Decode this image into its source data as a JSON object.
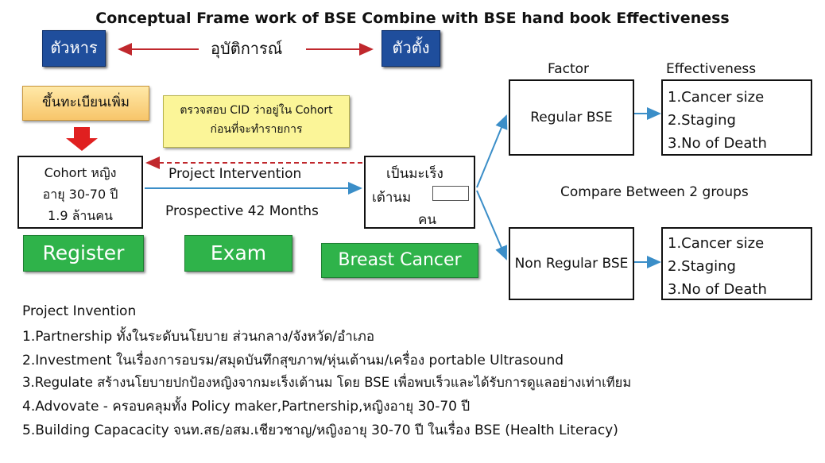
{
  "title": "Conceptual Frame work of BSE Combine with BSE hand book Effectiveness",
  "left_var": "ตัวหาร",
  "middle_label": "อุบัติการณ์",
  "right_var": "ตัวตั้ง",
  "register_more": "ขึ้นทะเบียนเพิ่ม",
  "cid_note": {
    "line1": "ตรวจสอบ CID ว่าอยู่ใน Cohort",
    "line2": "ก่อนที่จะทำรายการ"
  },
  "cohort": {
    "line1": "Cohort หญิง",
    "line2": "อายุ   30-70 ปี",
    "line3": "1.9 ล้านคน"
  },
  "project_intervention": "Project Intervention",
  "prospective": "Prospective 42 Months",
  "cancer_box": {
    "line1": "เป็นมะเร็ง",
    "line2": "เต้านม",
    "line3": "คน"
  },
  "buttons": {
    "register": "Register",
    "exam": "Exam",
    "breast_cancer": "Breast Cancer"
  },
  "factor_header": "Factor",
  "effectiveness_header": "Effectiveness",
  "regular_bse": "Regular BSE",
  "non_regular_bse": "Non Regular BSE",
  "compare": "Compare Between 2 groups",
  "effectiveness_items_top": [
    "1.Cancer size",
    "2.Staging",
    "3.No of Death"
  ],
  "effectiveness_items_bottom": [
    "1.Cancer size",
    "2.Staging",
    "3.No of Death"
  ],
  "project_invention": {
    "heading": "Project Invention",
    "items": [
      "1.Partnership ทั้งในระดับนโยบาย   ส่วนกลาง/จังหวัด/อำเภอ",
      "2.Investment ในเรื่องการอบรม/สมุดบันทึกสุขภาพ/หุ่นเต้านม/เครื่อง   portable Ultrasound",
      "3.Regulate สร้างนโยบายปกป้องหญิงจากมะเร็งเต้านม   โดย   BSE เพื่อพบเร็วและได้รับการดูแลอย่างเท่าเทียม",
      "4.Advovate - ครอบคลุมทั้ง   Policy maker,Partnership,หญิงอายุ   30-70 ปี",
      "5.Building Capacacity จนท.สธ/อสม.เชียวชาญ/หญิงอายุ   30-70 ปี   ในเรื่อง   BSE (Health Literacy)"
    ]
  },
  "colors": {
    "blue_box": "#1f4e9c",
    "green_button": "#2fb34a",
    "arrow_blue": "#3b8ec8",
    "arrow_red": "#c0282d",
    "note_yellow": "#fbf598"
  }
}
